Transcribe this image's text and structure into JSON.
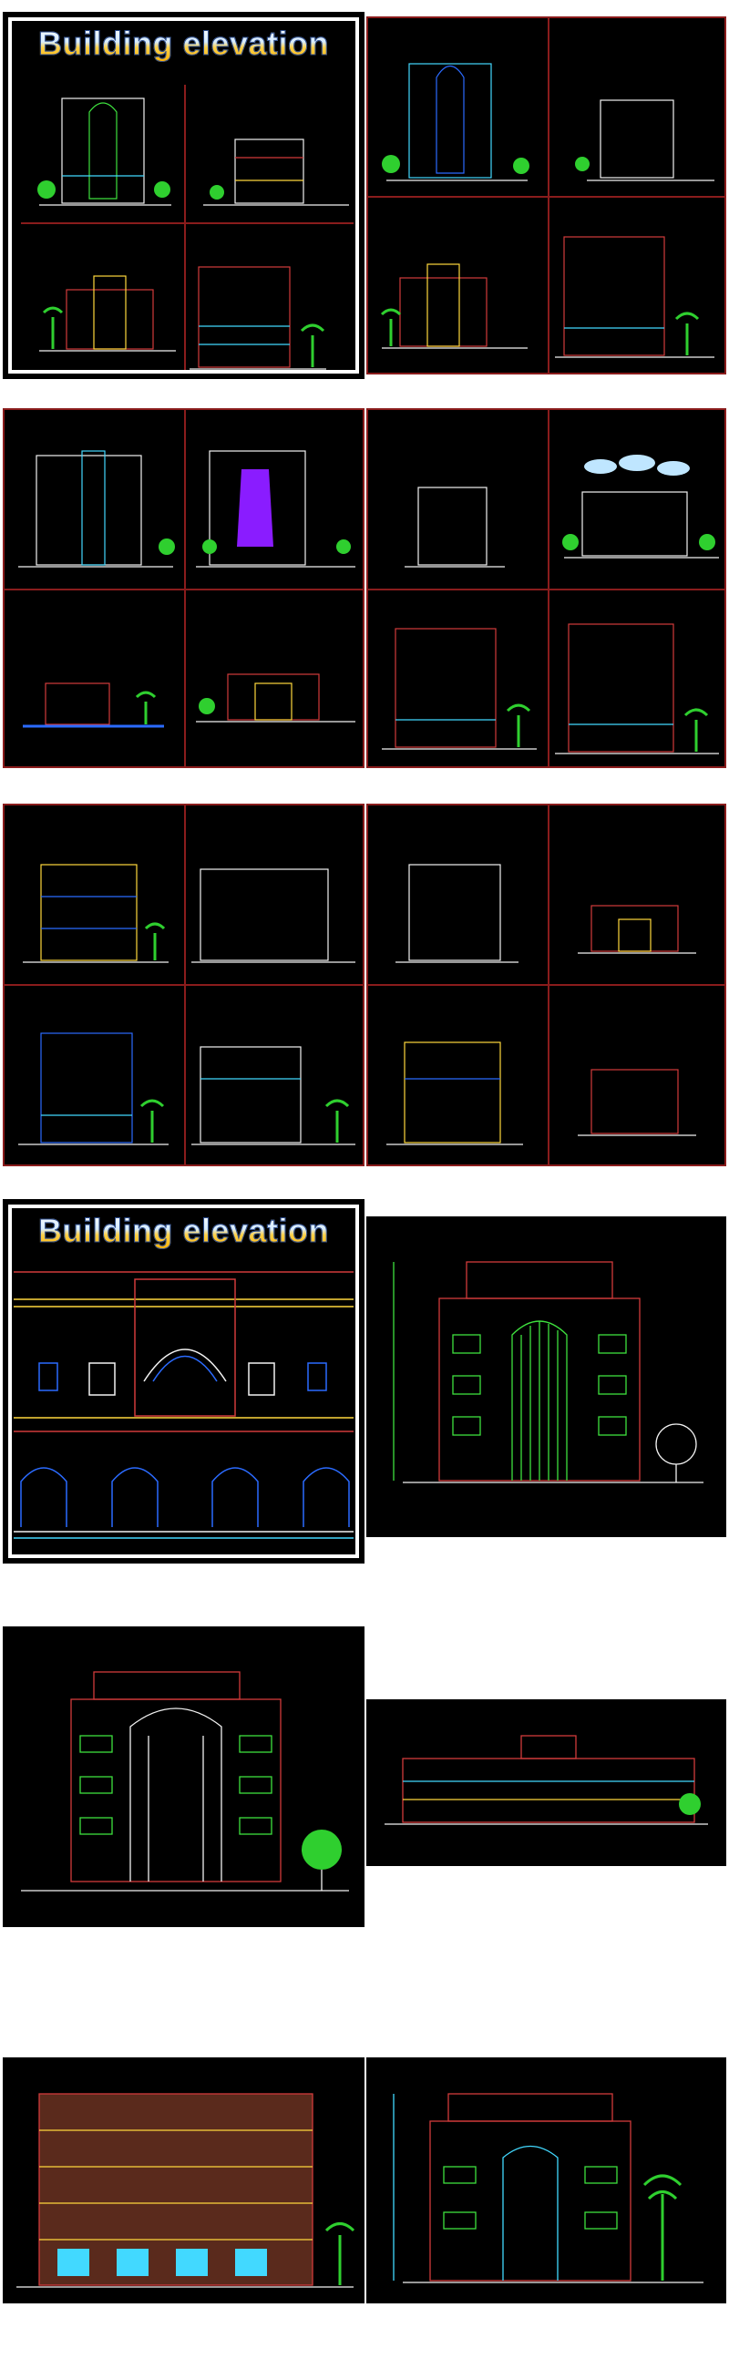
{
  "title_text": "Building elevation",
  "colors": {
    "background": "#000000",
    "frame_red": "#8a1c1c",
    "line_red": "#d13b3b",
    "line_cyan": "#42d9ff",
    "line_white": "#f2f2f2",
    "line_yellow": "#ffd83d",
    "line_green": "#3ee03e",
    "line_blue": "#2b6bff",
    "line_magenta": "#ff4fd0",
    "line_purple": "#8a1cff",
    "tree_green": "#2fcf2f"
  },
  "panels": [
    {
      "name": "sheet-1",
      "has_title": true
    },
    {
      "name": "sheet-2",
      "has_title": false
    },
    {
      "name": "sheet-3",
      "has_title": false
    },
    {
      "name": "sheet-4",
      "has_title": false
    },
    {
      "name": "sheet-5",
      "has_title": false
    },
    {
      "name": "sheet-6",
      "has_title": false
    },
    {
      "name": "detail-arched-facade",
      "has_title": true
    },
    {
      "name": "detail-tall-tower",
      "has_title": false
    },
    {
      "name": "detail-tower-with-tree",
      "has_title": false
    },
    {
      "name": "detail-long-low-building",
      "has_title": false
    },
    {
      "name": "detail-brown-block",
      "has_title": false
    },
    {
      "name": "detail-palm-tower",
      "has_title": false
    }
  ]
}
